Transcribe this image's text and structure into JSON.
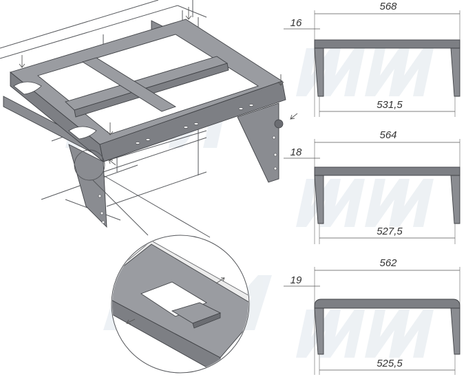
{
  "views": [
    {
      "id": "top",
      "overall": "568",
      "offset": "16",
      "inner": "531,5"
    },
    {
      "id": "middle",
      "overall": "564",
      "offset": "18",
      "inner": "527,5"
    },
    {
      "id": "bottom",
      "overall": "562",
      "offset": "19",
      "inner": "525,5"
    }
  ],
  "colors": {
    "frame": "#7d7f84",
    "frame_top": "#9a9ca1",
    "outline": "#3f4145",
    "watermark": "#dfe6ec"
  }
}
